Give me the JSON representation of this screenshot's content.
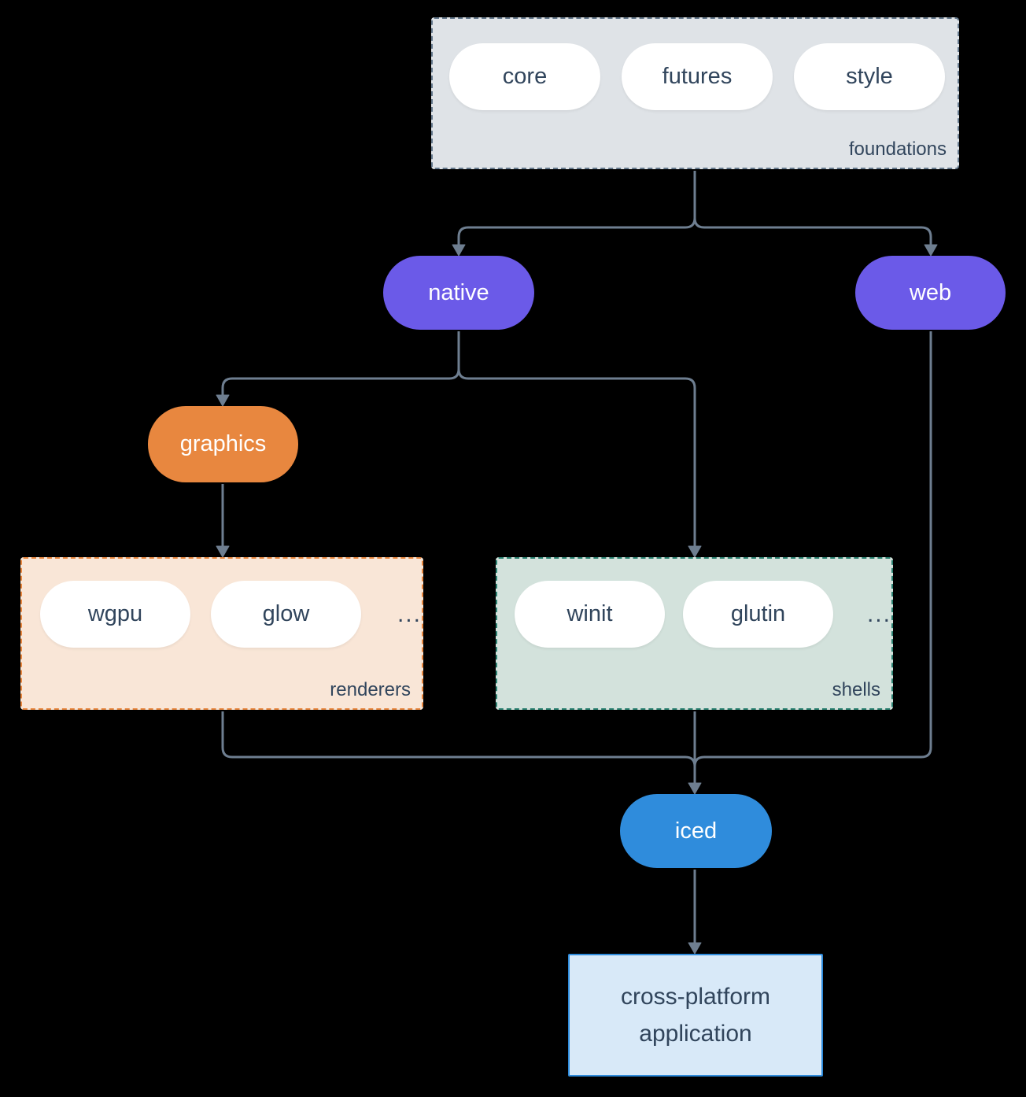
{
  "background": "#000000",
  "colors": {
    "arrow": "#6e7e90",
    "text_dark": "#31455c",
    "purple": "#6b5ae8",
    "orange": "#e8873f",
    "blue": "#2f8cdc",
    "pill_white": "#ffffff",
    "foundations_fill": "#dfe3e7",
    "foundations_border": "#64788c",
    "renderers_fill": "#f9e6d7",
    "renderers_border": "#e8873f",
    "shells_fill": "#d3e2dc",
    "shells_border": "#2a8070",
    "app_fill": "#d8e9f8",
    "app_border": "#2f8cdc"
  },
  "groups": {
    "foundations": {
      "label": "foundations",
      "pills": [
        "core",
        "futures",
        "style"
      ]
    },
    "renderers": {
      "label": "renderers",
      "pills": [
        "wgpu",
        "glow"
      ],
      "ellipsis": "..."
    },
    "shells": {
      "label": "shells",
      "pills": [
        "winit",
        "glutin"
      ],
      "ellipsis": "..."
    }
  },
  "nodes": {
    "native": "native",
    "web": "web",
    "graphics": "graphics",
    "iced": "iced"
  },
  "app": {
    "line1": "cross-platform",
    "line2": "application"
  }
}
